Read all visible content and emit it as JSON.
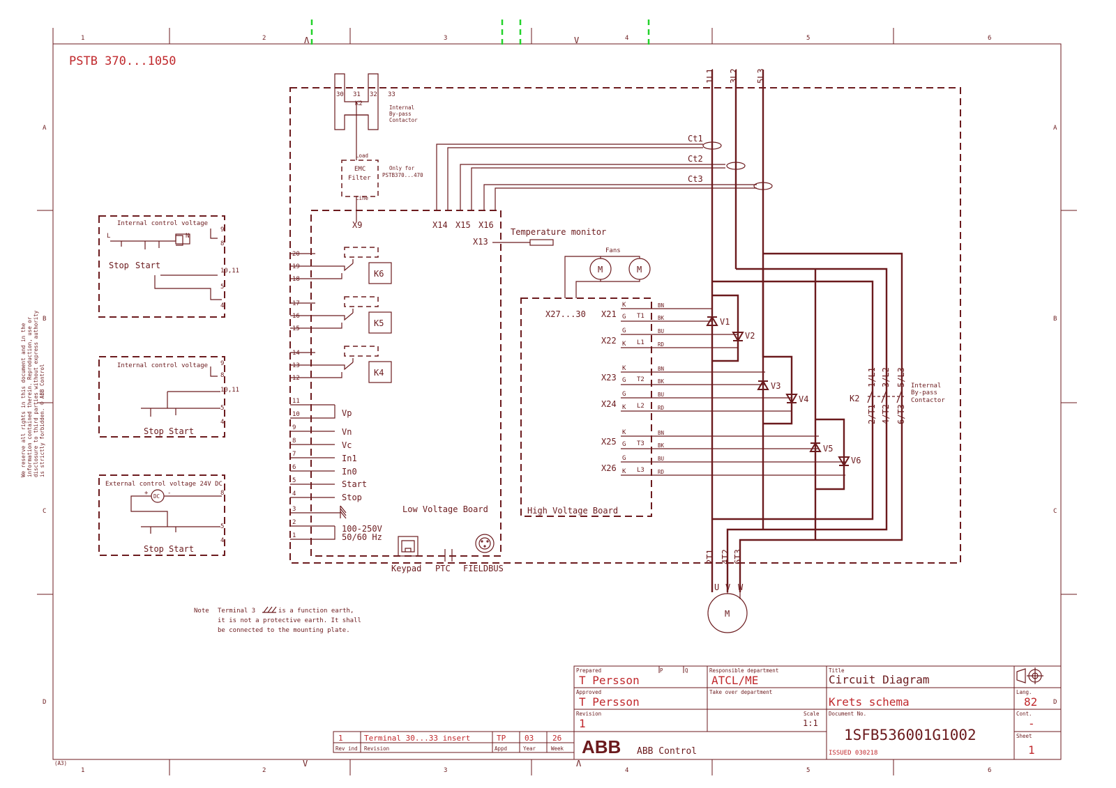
{
  "border": {
    "columns": [
      "1",
      "2",
      "3",
      "4",
      "5",
      "6"
    ],
    "rows": [
      "A",
      "B",
      "C",
      "D"
    ],
    "paper_size": "(A3)"
  },
  "drawing_title": "PSTB 370...1050",
  "bypass_contactor": {
    "terminals": [
      "30",
      "31",
      "32",
      "33"
    ],
    "name": "K2",
    "label_lines": [
      "Internal",
      "By-pass",
      "Contactor"
    ]
  },
  "emc_filter": {
    "lines": [
      "EMC",
      "Filter"
    ],
    "load": "Load",
    "line": "Line",
    "note_lines": [
      "Only for",
      "PSTB370...470"
    ]
  },
  "current_transformers": [
    "Ct1",
    "Ct2",
    "Ct3"
  ],
  "supply_phases": [
    "1L1",
    "3L2",
    "5L3"
  ],
  "motor_terminals": [
    "2T1",
    "4T2",
    "6T3"
  ],
  "motor_phases": [
    "U",
    "V",
    "W"
  ],
  "motor_symbol": "M",
  "low_voltage_board": {
    "title": "Low Voltage Board",
    "top_connectors": [
      "X9",
      "X14",
      "X15",
      "X16"
    ],
    "x13": "X13",
    "temperature_monitor": "Temperature monitor",
    "relays": [
      {
        "name": "K6",
        "terminals": [
          "20",
          "19",
          "18"
        ]
      },
      {
        "name": "K5",
        "terminals": [
          "17",
          "16",
          "15"
        ]
      },
      {
        "name": "K4",
        "terminals": [
          "14",
          "13",
          "12"
        ]
      }
    ],
    "terminals": [
      {
        "num": "11",
        "label": ""
      },
      {
        "num": "10",
        "label": "Vp"
      },
      {
        "num": "9",
        "label": "Vn"
      },
      {
        "num": "8",
        "label": "Vc"
      },
      {
        "num": "7",
        "label": "In1"
      },
      {
        "num": "6",
        "label": "In0"
      },
      {
        "num": "5",
        "label": "Start"
      },
      {
        "num": "4",
        "label": "Stop"
      },
      {
        "num": "3",
        "label": ""
      },
      {
        "num": "2",
        "label": "100-250V"
      },
      {
        "num": "1",
        "label": "50/60 Hz"
      }
    ],
    "bottom_labels": [
      "Keypad",
      "PTC",
      "FIELDBUS"
    ]
  },
  "high_voltage_board": {
    "title": "High Voltage Board",
    "fans_label": "Fans",
    "fan_symbols": [
      "M",
      "M"
    ],
    "x27": "X27...30",
    "connectors": [
      {
        "name": "X21",
        "pins": [
          "K",
          "G"
        ],
        "tag": "T1",
        "wires": [
          "BN",
          "BK"
        ]
      },
      {
        "name": "X22",
        "pins": [
          "G",
          "K"
        ],
        "tag": "L1",
        "wires": [
          "BU",
          "RD"
        ]
      },
      {
        "name": "X23",
        "pins": [
          "K",
          "G"
        ],
        "tag": "T2",
        "wires": [
          "BN",
          "BK"
        ]
      },
      {
        "name": "X24",
        "pins": [
          "G",
          "K"
        ],
        "tag": "L2",
        "wires": [
          "BU",
          "RD"
        ]
      },
      {
        "name": "X25",
        "pins": [
          "K",
          "G"
        ],
        "tag": "T3",
        "wires": [
          "BN",
          "BK"
        ]
      },
      {
        "name": "X26",
        "pins": [
          "G",
          "K"
        ],
        "tag": "L3",
        "wires": [
          "BU",
          "RD"
        ]
      }
    ]
  },
  "thyristors": [
    "V1",
    "V2",
    "V3",
    "V4",
    "V5",
    "V6"
  ],
  "bypass_k2": {
    "name": "K2",
    "contacts_top": [
      "1/L1",
      "3/L2",
      "5/L3"
    ],
    "contacts_bottom": [
      "2/T1",
      "4/T2",
      "6/T3"
    ],
    "label_lines": [
      "Internal",
      "By-pass",
      "Contactor"
    ]
  },
  "control_boxes": [
    {
      "title": "Internal control voltage",
      "terminals": [
        "9",
        "8",
        "10,11",
        "5",
        "4"
      ],
      "labels": [
        "Stop",
        "Start"
      ],
      "extra": [
        "L",
        "N"
      ]
    },
    {
      "title": "Internal control voltage",
      "terminals": [
        "9",
        "8",
        "10,11",
        "5",
        "4"
      ],
      "labels": [
        "Stop",
        "Start"
      ]
    },
    {
      "title": "External control voltage 24V DC",
      "terminals": [
        "8",
        "5",
        "4"
      ],
      "labels": [
        "Stop",
        "Start"
      ],
      "dc": "DC",
      "plus": "+",
      "minus": "-"
    }
  ],
  "note": {
    "label": "Note",
    "lines": [
      "Terminal 3",
      "is a function earth,",
      "it is not a protective earth. It shall",
      "be connected to the mounting plate."
    ]
  },
  "rights_text": [
    "We reserve all rights in this document and in the",
    "information contained therein. Reproduction, use or",
    "disclosure to third parties without express authority",
    "is strictly forbidden. © ABB Control"
  ],
  "revision_table": {
    "rev": "1",
    "description": "Terminal 30...33 insert",
    "appd": "TP",
    "year": "03",
    "week": "26",
    "headers": [
      "Rev ind",
      "Revision",
      "Appd",
      "Year",
      "Week"
    ]
  },
  "title_block": {
    "prepared_label": "Prepared",
    "prepared": "T Persson",
    "p": "P",
    "q": "Q",
    "approved_label": "Approved",
    "approved": "T Persson",
    "revision_label": "Revision",
    "revision": "1",
    "resp_label": "Responsible department",
    "resp": "ATCL/ME",
    "takeover_label": "Take over department",
    "scale_label": "Scale",
    "scale": "1:1",
    "title_label": "Title",
    "title": "Circuit Diagram",
    "title2": "Krets schema",
    "docno_label": "Document No.",
    "docno": "1SFB536001G1002",
    "issued": "ISSUED 030218",
    "company_logo": "ABB",
    "company": "ABB Control",
    "lang_label": "Lang.",
    "lang": "82",
    "cont_label": "Cont.",
    "cont": "-",
    "sheet_label": "Sheet",
    "sheet": "1"
  },
  "markers": [
    "Λ",
    "V",
    "V",
    "Λ"
  ]
}
